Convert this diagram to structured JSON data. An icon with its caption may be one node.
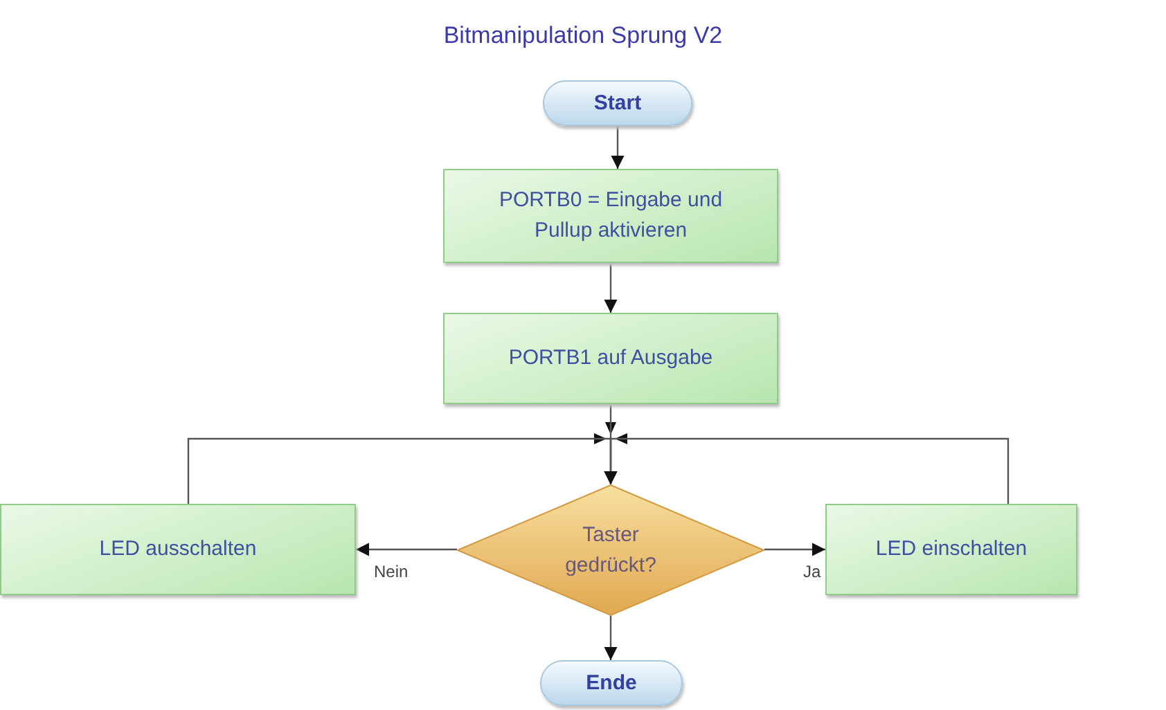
{
  "diagram": {
    "title": "Bitmanipulation Sprung V2",
    "nodes": [
      {
        "text": [
          "Start"
        ]
      },
      {
        "text": [
          "PORTB0 = Eingabe und Pullup aktivieren"
        ]
      },
      {
        "text": [
          "PORTB1 auf Ausgabe"
        ]
      },
      {
        "text": [
          "Taster gedrückt?"
        ]
      },
      {
        "text": [
          "LED ausschalten"
        ]
      },
      {
        "text": [
          "LED einschalten"
        ]
      },
      {
        "text": [
          "Ende"
        ]
      }
    ],
    "edges": [
      {
        "from": 0,
        "to": 1,
        "arrow": "to"
      },
      {
        "from": 1,
        "to": 2,
        "arrow": "to"
      },
      {
        "from": 2,
        "to": 3,
        "arrow": "to"
      },
      {
        "from": 3,
        "to": 4,
        "arrow": "to",
        "label": "Nein"
      },
      {
        "from": 3,
        "to": 5,
        "arrow": "to",
        "label": "Ja"
      },
      {
        "from": 3,
        "to": 6,
        "arrow": "to"
      },
      {
        "from": 4,
        "to": 3,
        "arrow": "to"
      },
      {
        "from": 5,
        "to": 3,
        "arrow": "to"
      }
    ]
  }
}
